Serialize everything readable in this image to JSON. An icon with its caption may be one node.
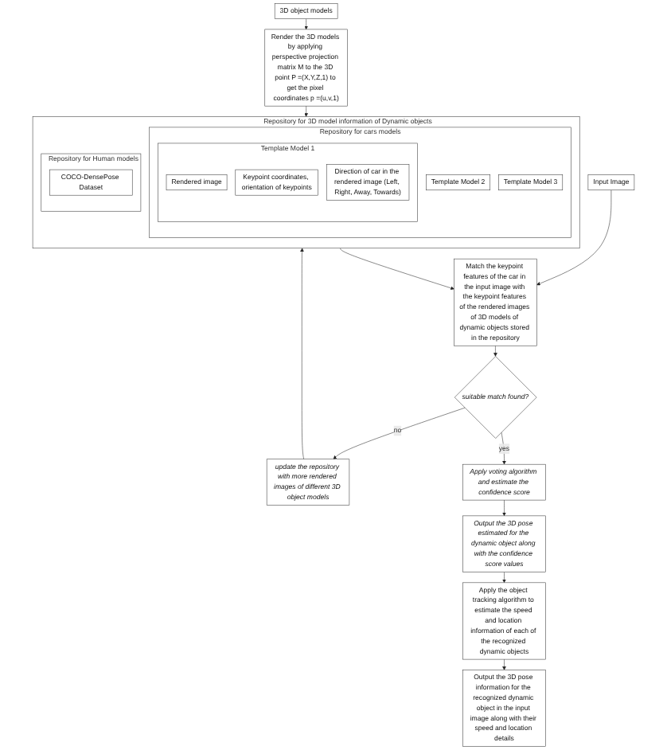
{
  "diagram": {
    "nodes": [
      {
        "text": [
          "3D object models"
        ]
      },
      {
        "text": [
          "Render the 3D models by applying perspective projection matrix M to the 3D point P =(X,Y,Z,1) to get the pixel coordinates p =(u,v,1)"
        ]
      },
      {
        "text": [
          "Repository for 3D model information of Dynamic objects"
        ]
      },
      {
        "text": [
          "Repository for cars models"
        ],
        "in": 2
      },
      {
        "text": [
          "Template Model 1"
        ],
        "in": 3
      },
      {
        "text": [
          "Rendered image"
        ],
        "in": 4
      },
      {
        "text": [
          "Keypoint coordinates, orientation of keypoints"
        ],
        "in": 4
      },
      {
        "text": [
          "Direction of car in the rendered image (Left, Right, Away, Towards)"
        ],
        "in": 4
      },
      {
        "text": [
          "Template Model 2"
        ],
        "in": 3
      },
      {
        "text": [
          "Template Model 3"
        ],
        "in": 3
      },
      {
        "text": [
          "Repository for Human models"
        ],
        "in": 2
      },
      {
        "text": [
          "COCO-DensePose Dataset"
        ],
        "in": 10
      },
      {
        "text": [
          "Input Image"
        ]
      },
      {
        "text": [
          "Match the keypoint features of the car in the input image with the keypoint features of the rendered images of 3D models of dynamic objects stored in the repository"
        ]
      },
      {
        "text": [
          "suitable match found?"
        ]
      },
      {
        "text": [
          "update the repository with more rendered images of different 3D object models"
        ]
      },
      {
        "text": [
          "Apply voting algorithm and estimate the confidence score"
        ]
      },
      {
        "text": [
          "Output the 3D pose estimated for the dynamic object along with the confidence score values"
        ]
      },
      {
        "text": [
          "Apply the object tracking algorithm to estimate the speed and location information of each of the recognized dynamic objects"
        ]
      },
      {
        "text": [
          "Output the 3D pose information for the recognized dynamic object in the input image along with their speed and location details"
        ]
      }
    ],
    "edges": [
      {
        "from": 0,
        "to": 1,
        "arrow": "to"
      },
      {
        "from": 1,
        "to": 2,
        "arrow": "to"
      },
      {
        "from": 15,
        "to": 2,
        "arrow": "to"
      },
      {
        "from": 2,
        "to": 13,
        "arrow": "to"
      },
      {
        "from": 12,
        "to": 13,
        "arrow": "to"
      },
      {
        "from": 13,
        "to": 14,
        "arrow": "to"
      },
      {
        "from": 14,
        "to": 15,
        "label": "no",
        "arrow": "to"
      },
      {
        "from": 14,
        "to": 16,
        "label": "yes",
        "arrow": "to"
      },
      {
        "from": 16,
        "to": 17,
        "arrow": "to"
      },
      {
        "from": 17,
        "to": 18,
        "arrow": "to"
      },
      {
        "from": 18,
        "to": 19,
        "arrow": "to"
      }
    ]
  }
}
